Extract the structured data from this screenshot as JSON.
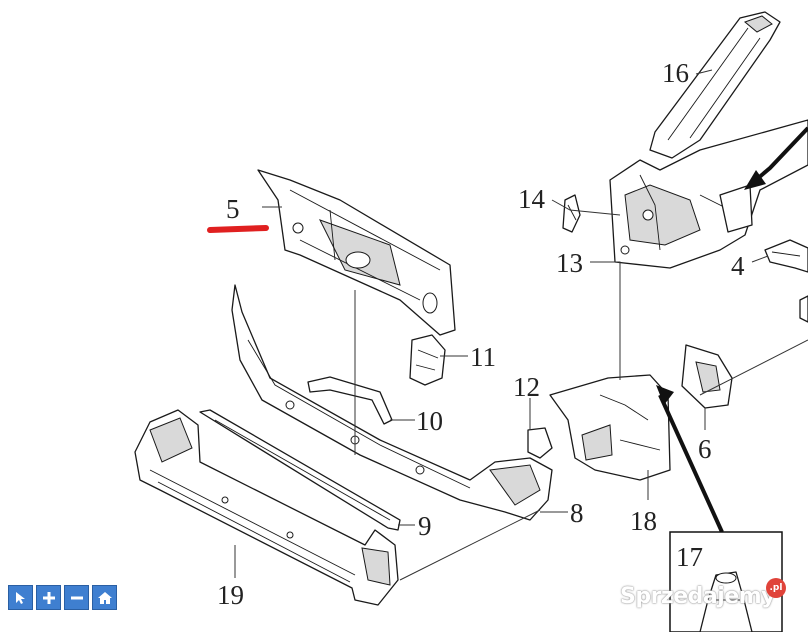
{
  "callouts": [
    {
      "id": "c5",
      "label": "5"
    },
    {
      "id": "c16",
      "label": "16"
    },
    {
      "id": "c14",
      "label": "14"
    },
    {
      "id": "c13",
      "label": "13"
    },
    {
      "id": "c4",
      "label": "4"
    },
    {
      "id": "c11",
      "label": "11"
    },
    {
      "id": "c12",
      "label": "12"
    },
    {
      "id": "c10",
      "label": "10"
    },
    {
      "id": "c6",
      "label": "6"
    },
    {
      "id": "c8",
      "label": "8"
    },
    {
      "id": "c18",
      "label": "18"
    },
    {
      "id": "c9",
      "label": "9"
    },
    {
      "id": "c17",
      "label": "17"
    },
    {
      "id": "c19",
      "label": "19"
    }
  ],
  "highlight_color": "#e02020",
  "toolbar": {
    "buttons": [
      {
        "name": "select-tool-button",
        "icon": "arrow-icon"
      },
      {
        "name": "zoom-in-button",
        "icon": "plus-icon"
      },
      {
        "name": "zoom-out-button",
        "icon": "minus-icon"
      },
      {
        "name": "home-button",
        "icon": "home-icon"
      }
    ]
  },
  "watermark": {
    "text": "Sprzedajemy",
    "badge": ".pl"
  }
}
